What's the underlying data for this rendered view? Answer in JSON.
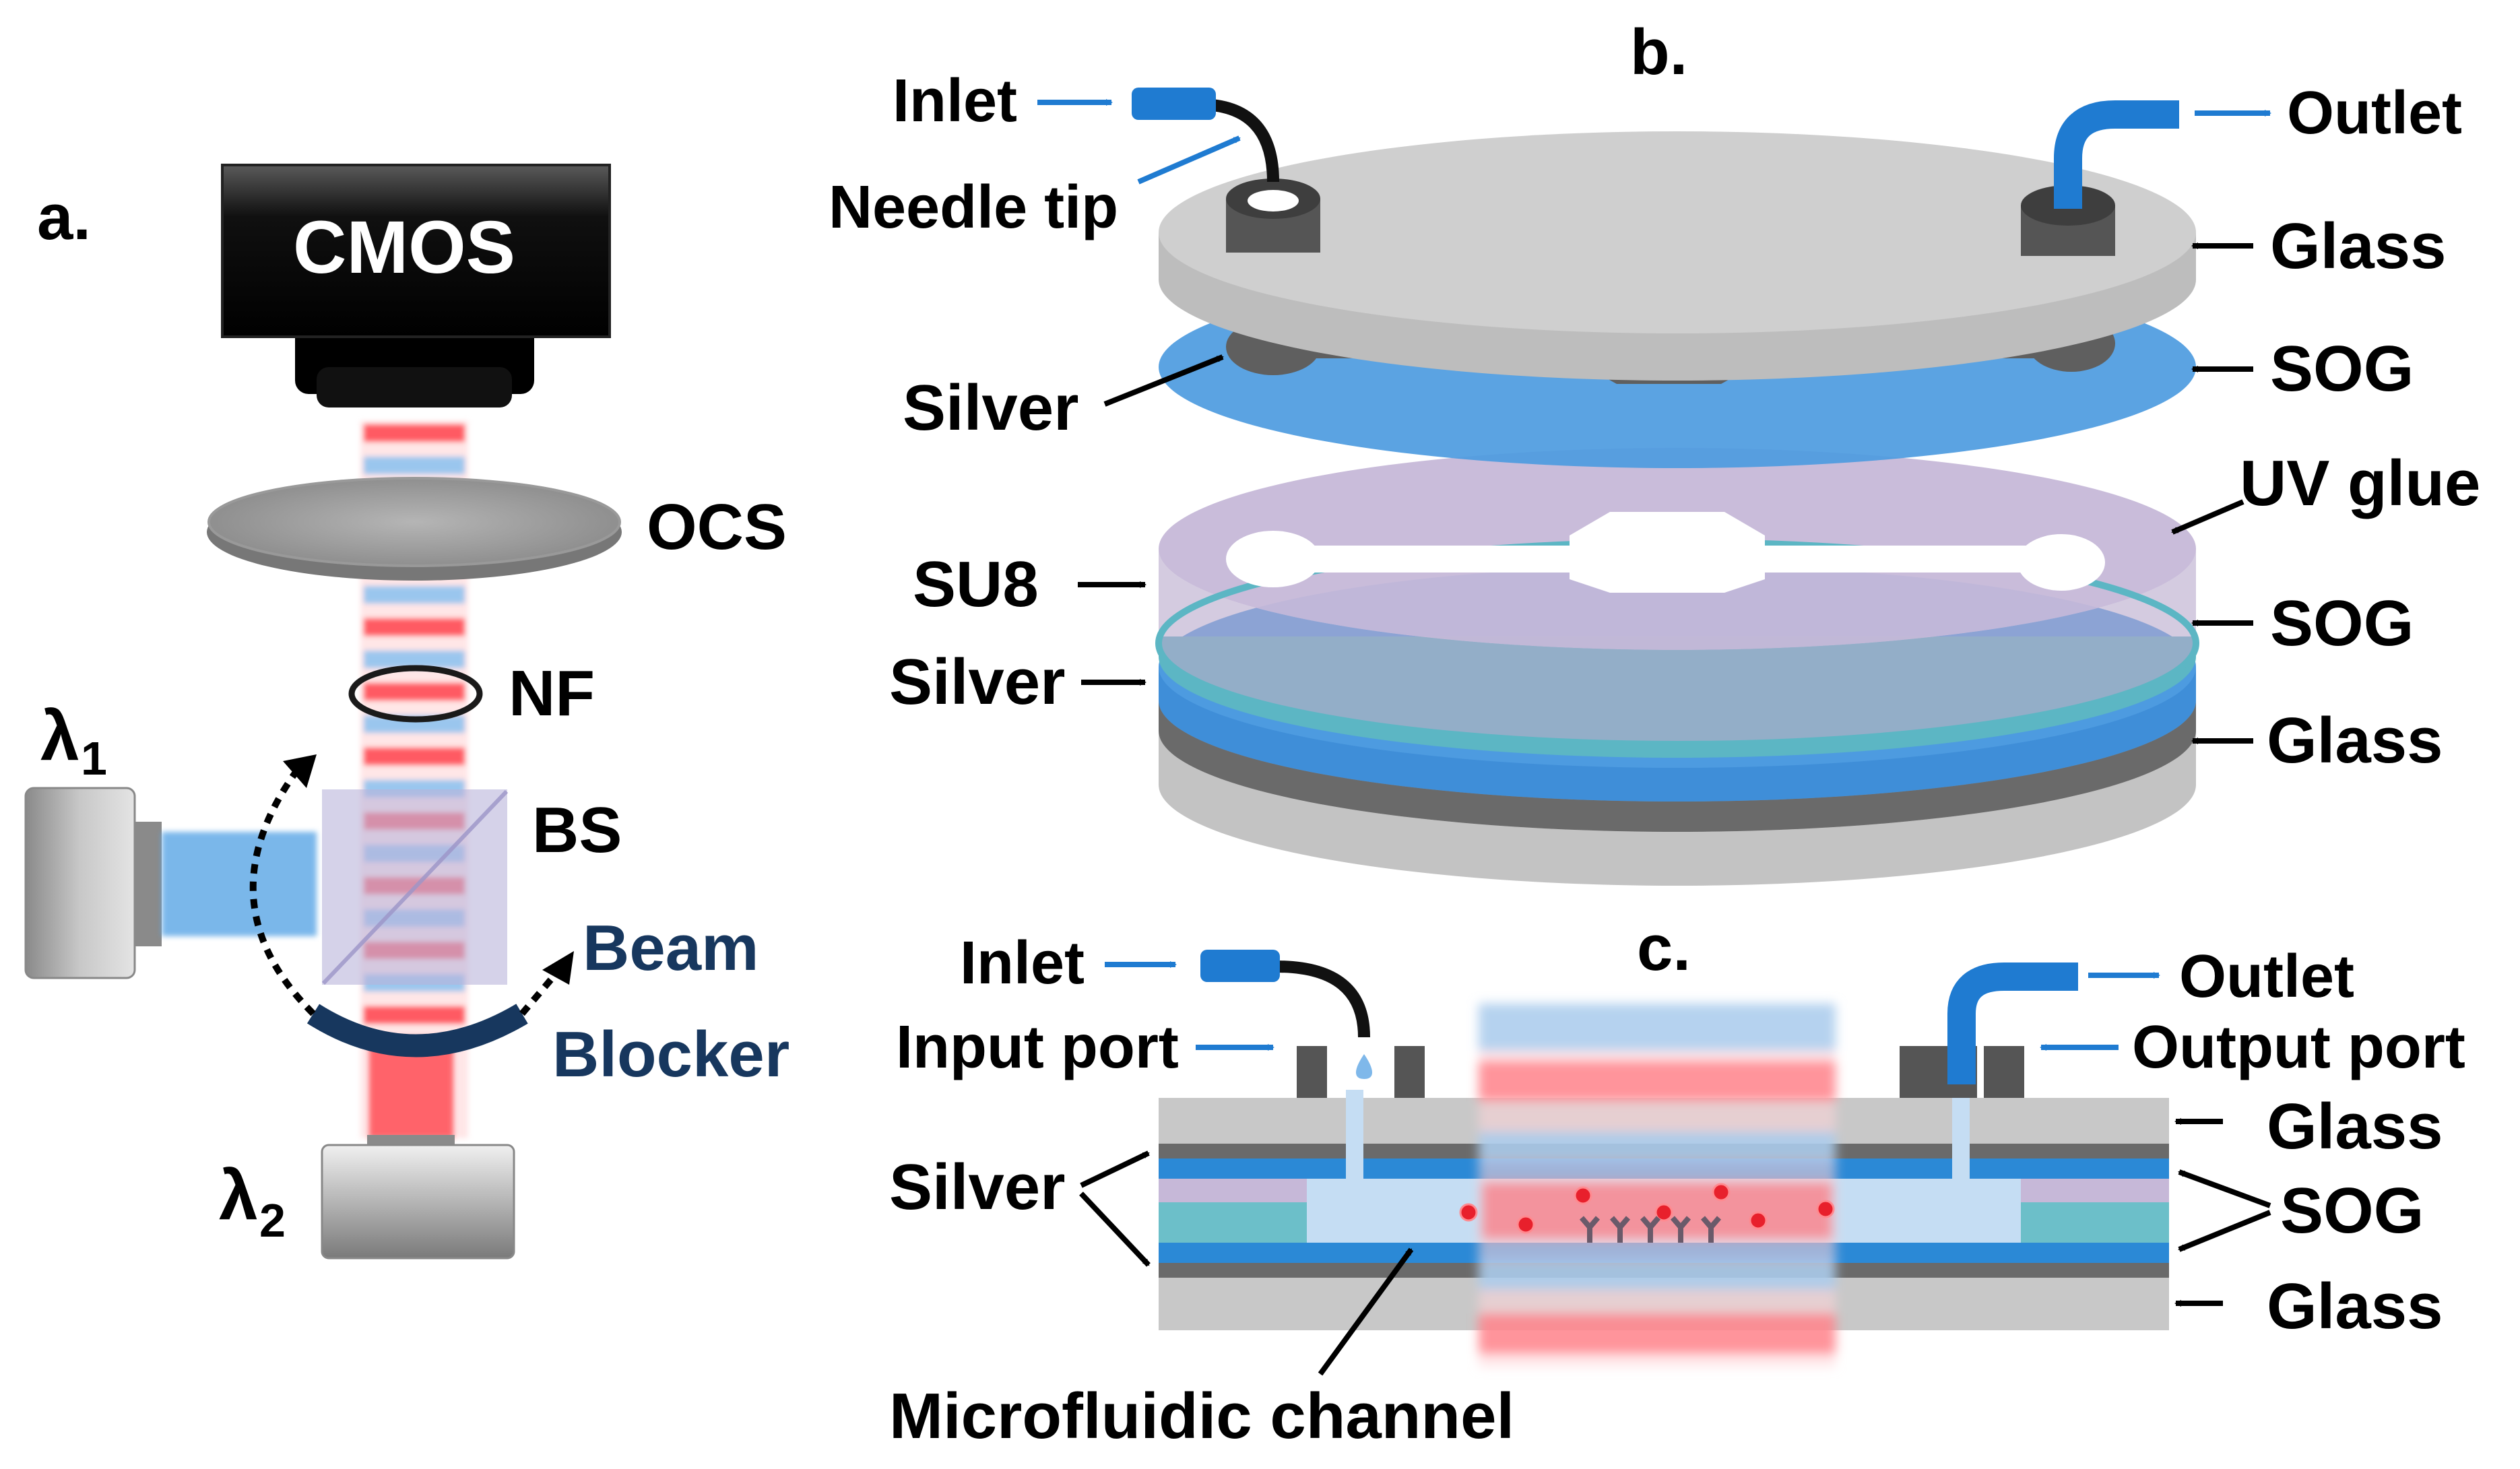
{
  "panel_a": {
    "label": "a.",
    "camera": "CMOS",
    "ocs": "OCS",
    "nf": "NF",
    "bs": "BS",
    "lambda1_base": "λ",
    "lambda1_sub": "1",
    "lambda2_base": "λ",
    "lambda2_sub": "2",
    "beam_blocker_line1": "Beam",
    "beam_blocker_line2": "Blocker"
  },
  "panel_b": {
    "label": "b.",
    "inlet": "Inlet",
    "needle_tip": "Needle tip",
    "outlet": "Outlet",
    "glass_top": "Glass",
    "sog_top": "SOG",
    "silver_top": "Silver",
    "uv_glue": "UV glue",
    "su8": "SU8",
    "sog_bottom": "SOG",
    "silver_bottom": "Silver",
    "glass_bottom": "Glass"
  },
  "panel_c": {
    "label": "c.",
    "inlet": "Inlet",
    "outlet": "Outlet",
    "input_port": "Input port",
    "output_port": "Output port",
    "glass_top": "Glass",
    "glass_bottom": "Glass",
    "silver": "Silver",
    "sog": "SOG",
    "microfluidic_channel": "Microfluidic channel"
  },
  "colors": {
    "accent_blue": "#1f7bd1",
    "dark_navy": "#17375e",
    "red_beam": "#ff4d55",
    "blue_beam": "#5aa6e6",
    "sog_blue": "#3f96dd",
    "uv_glue_lavender": "#c6b8d8",
    "su8_teal": "#6cbfc9",
    "glass_gray": "#c8c8c8",
    "silver_gray": "#6a6a6a"
  }
}
